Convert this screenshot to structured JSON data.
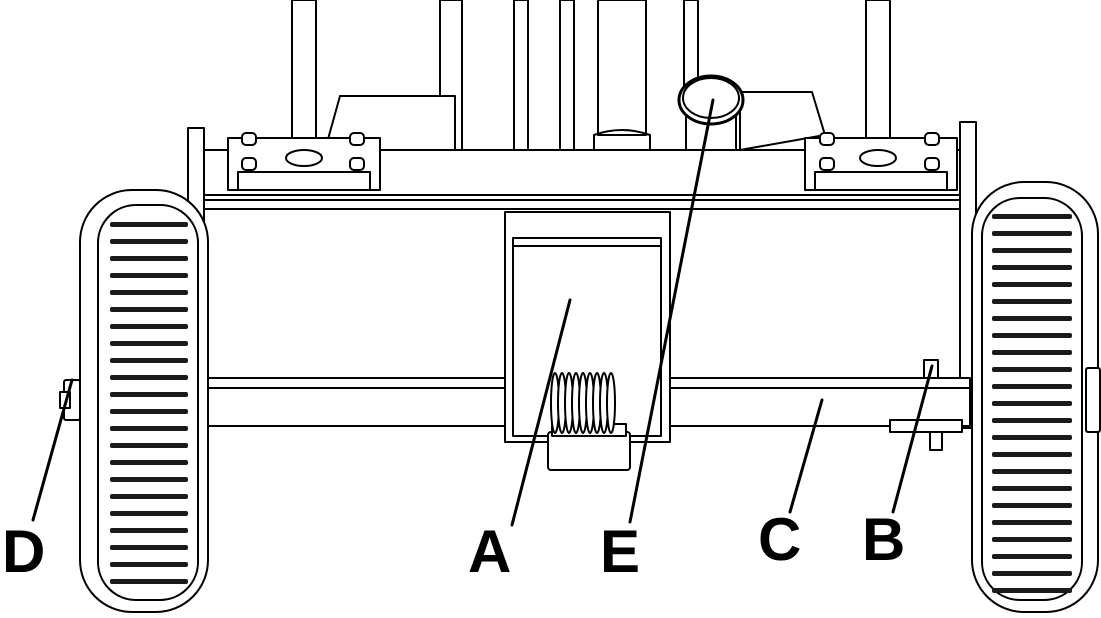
{
  "diagram": {
    "type": "technical-line-drawing",
    "labels": {
      "A": "A",
      "B": "B",
      "C": "C",
      "D": "D",
      "E": "E"
    }
  }
}
